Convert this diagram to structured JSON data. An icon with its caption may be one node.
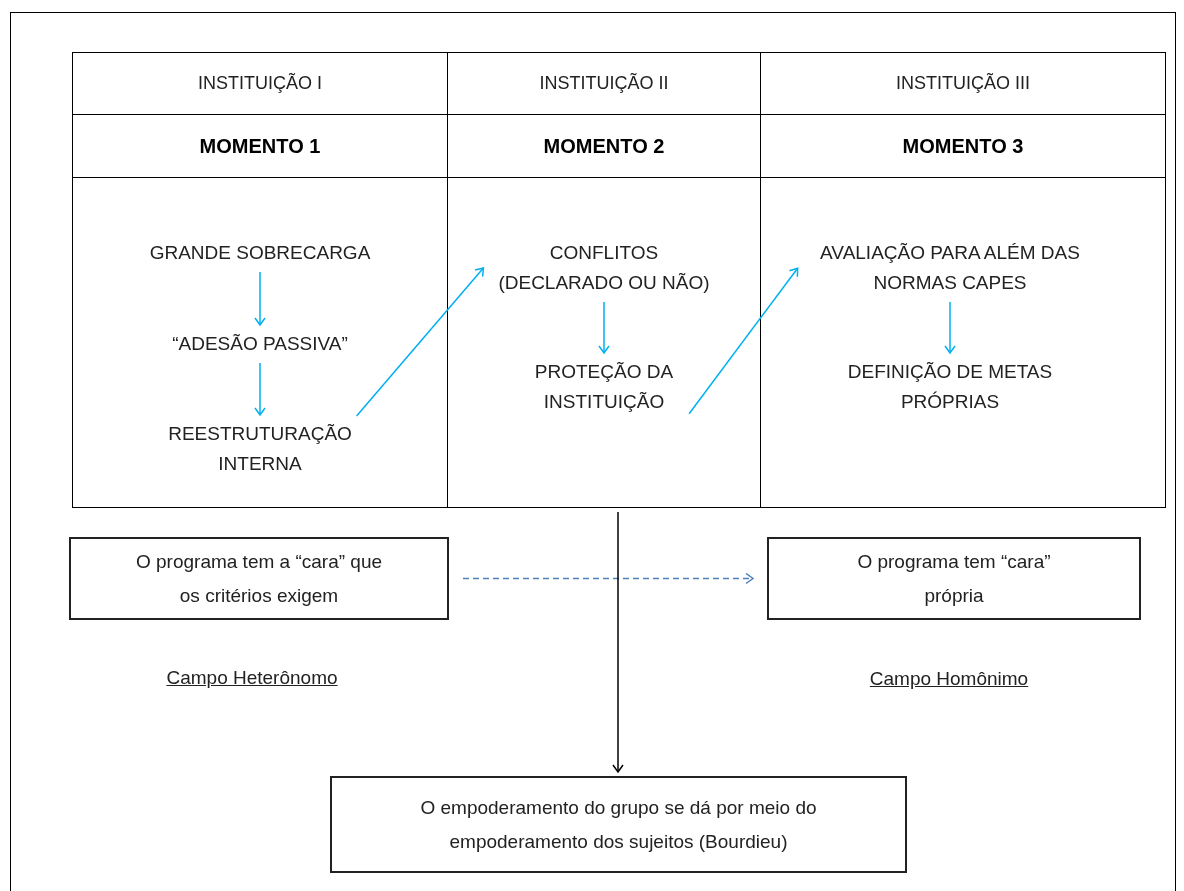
{
  "diagram": {
    "nodes": [
      {
        "text": [
          "INSTITUIÇÃO I"
        ]
      },
      {
        "text": [
          "INSTITUIÇÃO II"
        ]
      },
      {
        "text": [
          "INSTITUIÇÃO III"
        ]
      },
      {
        "text": [
          "MOMENTO 1"
        ]
      },
      {
        "text": [
          "MOMENTO 2"
        ]
      },
      {
        "text": [
          "MOMENTO 3"
        ]
      },
      {
        "text": [],
        "shape": "box"
      },
      {
        "text": [],
        "shape": "box"
      },
      {
        "text": [],
        "shape": "box"
      },
      {
        "text": [
          "GRANDE SOBRECARGA"
        ],
        "in": 6
      },
      {
        "text": [
          "“ADESÃO PASSIVA”"
        ],
        "in": 6
      },
      {
        "text": [
          "REESTRUTURAÇÃO INTERNA"
        ],
        "in": 6
      },
      {
        "text": [
          "CONFLITOS (DECLARADO OU NÃO)"
        ],
        "in": 7
      },
      {
        "text": [
          "PROTEÇÃO DA INSTITUIÇÃO"
        ],
        "in": 7
      },
      {
        "text": [
          "AVALIAÇÃO PARA ALÉM DAS NORMAS CAPES"
        ],
        "in": 8
      },
      {
        "text": [
          "DEFINIÇÃO DE METAS PRÓPRIAS"
        ],
        "in": 8
      },
      {
        "text": [
          "O programa tem a “cara” que os critérios exigem"
        ]
      },
      {
        "text": [
          "O programa tem “cara” própria"
        ]
      },
      {
        "text": [
          "O empoderamento do grupo se dá por meio do empoderamento dos sujeitos (Bourdieu)"
        ]
      }
    ],
    "edges": [
      {
        "from": 9,
        "to": 10,
        "arrow": "to",
        "color": "#00b0f0"
      },
      {
        "from": 10,
        "to": 11,
        "arrow": "to",
        "color": "#00b0f0"
      },
      {
        "from": 11,
        "to": 12,
        "arrow": "to",
        "color": "#00b0f0"
      },
      {
        "from": 12,
        "to": 13,
        "arrow": "to",
        "color": "#00b0f0"
      },
      {
        "from": 13,
        "to": 14,
        "arrow": "to",
        "color": "#00b0f0"
      },
      {
        "from": 14,
        "to": 15,
        "arrow": "to",
        "color": "#00b0f0"
      },
      {
        "from": 16,
        "to": 17,
        "arrow": "to",
        "style": "dashed",
        "color": "#4f81bd"
      },
      {
        "from": 7,
        "to": 18,
        "arrow": "to",
        "color": "#000000"
      }
    ],
    "labels": [
      "Campo Heterônomo",
      "Campo Homônimo"
    ]
  }
}
